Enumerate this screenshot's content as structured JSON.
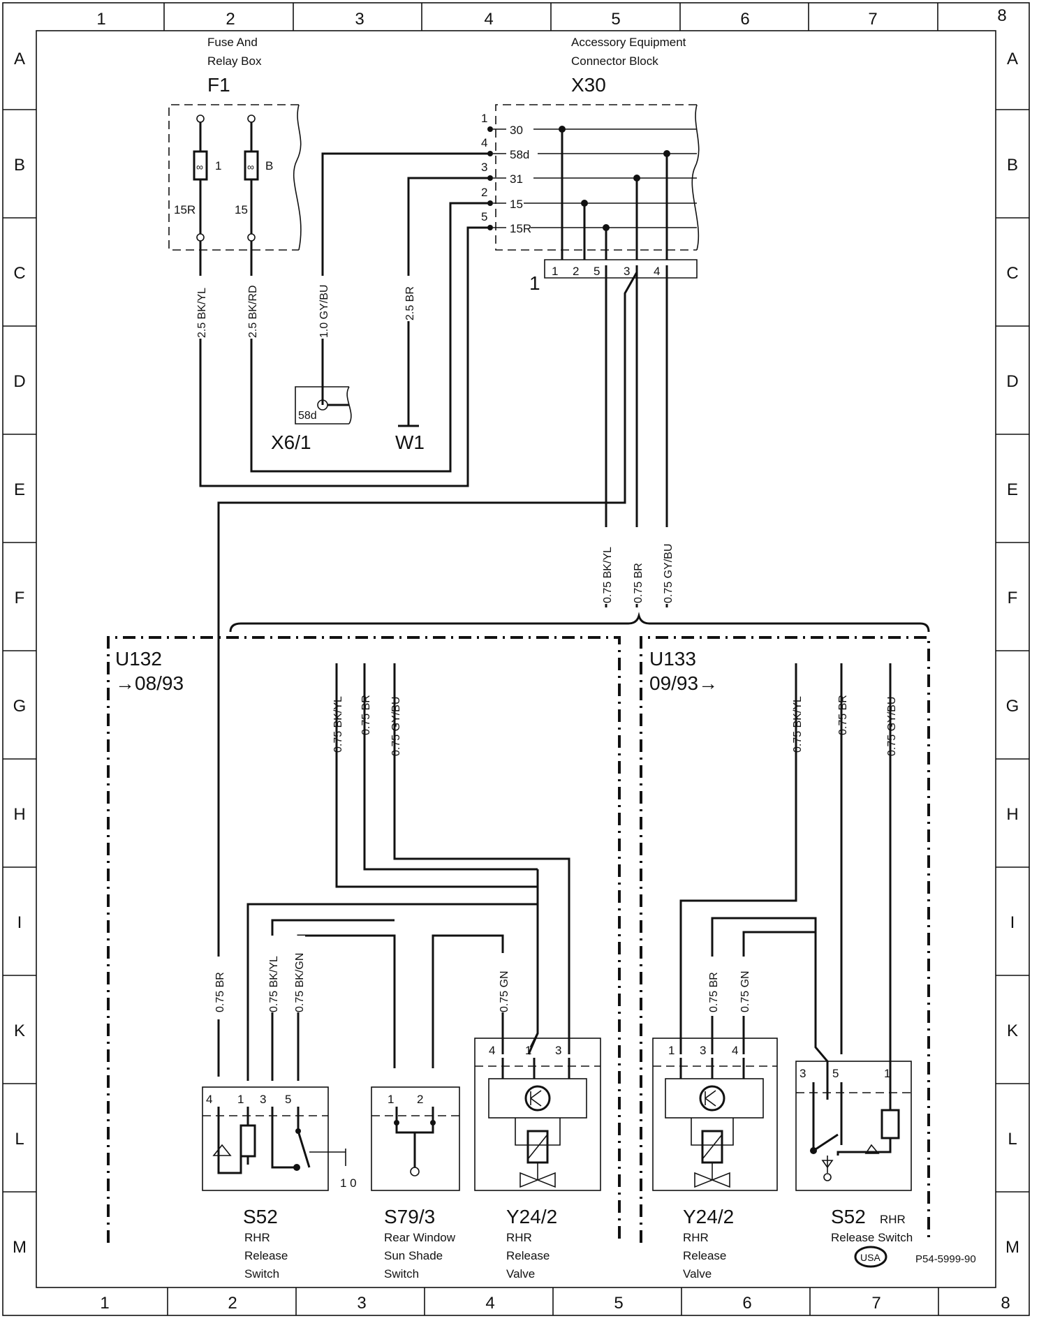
{
  "grid": {
    "columns": [
      "1",
      "2",
      "3",
      "4",
      "5",
      "6",
      "7",
      "8"
    ],
    "rows": [
      "A",
      "B",
      "C",
      "D",
      "E",
      "F",
      "G",
      "H",
      "I",
      "K",
      "L",
      "M"
    ]
  },
  "fuse_box": {
    "caption_line1": "Fuse And",
    "caption_line2": "Relay Box",
    "code": "F1",
    "fuse1_no": "1",
    "fuse1_out": "15R",
    "fuse2_no": "B",
    "fuse2_out": "15"
  },
  "connector_block": {
    "caption_line1": "Accessory Equipment",
    "caption_line2": "Connector Block",
    "code": "X30",
    "pins": [
      {
        "no": "1",
        "term": "30"
      },
      {
        "no": "4",
        "term": "58d"
      },
      {
        "no": "3",
        "term": "31"
      },
      {
        "no": "2",
        "term": "15"
      },
      {
        "no": "5",
        "term": "15R"
      }
    ],
    "plug_label": "1",
    "plug_pins": [
      "1",
      "2",
      "5",
      "3",
      "4"
    ]
  },
  "x6": {
    "code": "X6/1",
    "term": "58d"
  },
  "w1": {
    "code": "W1"
  },
  "wires_top": [
    "2.5 BK/YL",
    "2.5 BK/RD",
    "1.0 GY/BU",
    "2.5 BR"
  ],
  "wires_mid": [
    "0.75 BK/YL",
    "0.75 BR",
    "0.75 GY/BU"
  ],
  "u132": {
    "code": "U132",
    "date": "→08/93",
    "wires_in": [
      "0.75 BK/YL",
      "0.75 BR",
      "0.75 GY/BU"
    ],
    "w_br": "0.75 BR",
    "w_bkyl": "0.75 BK/YL",
    "w_bkgn": "0.75 BK/GN",
    "w_gn": "0.75 GN"
  },
  "u133": {
    "code": "U133",
    "date": "09/93→",
    "wires_in": [
      "0.75 BK/YL",
      "0.75 BR",
      "0.75 GY/BU"
    ],
    "w_br": "0.75 BR",
    "w_gn": "0.75 GN"
  },
  "s52_left": {
    "code": "S52",
    "line1": "RHR",
    "line2": "Release",
    "line3": "Switch",
    "pins": [
      "4",
      "1",
      "3",
      "5"
    ],
    "switch_pos": "1 0"
  },
  "s79": {
    "code": "S79/3",
    "line1": "Rear Window",
    "line2": "Sun Shade",
    "line3": "Switch",
    "pins": [
      "1",
      "2"
    ]
  },
  "y24_left": {
    "code": "Y24/2",
    "line1": "RHR",
    "line2": "Release",
    "line3": "Valve",
    "pins": [
      "4",
      "1",
      "3"
    ]
  },
  "y24_right": {
    "code": "Y24/2",
    "line1": "RHR",
    "line2": "Release",
    "line3": "Valve",
    "pins": [
      "1",
      "3",
      "4"
    ]
  },
  "s52_right": {
    "code": "S52",
    "suffix": "RHR",
    "line1": "Release Switch",
    "pins": [
      "3",
      "5",
      "1"
    ]
  },
  "footer": {
    "badge": "USA",
    "ref": "P54-5999-90"
  }
}
